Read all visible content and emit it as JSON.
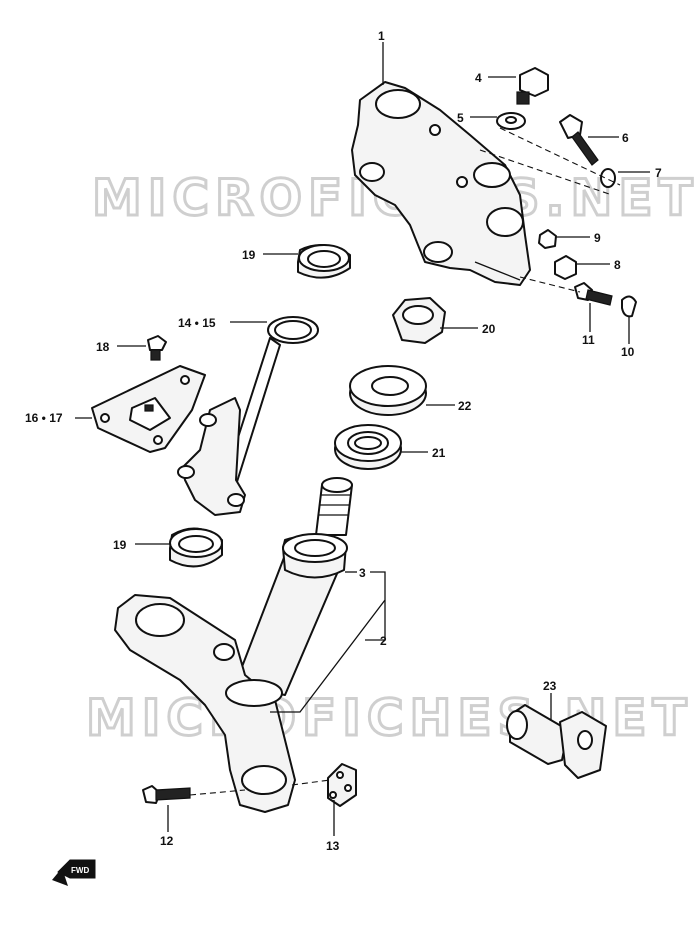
{
  "watermarks": [
    "MICROFICHES.NET",
    "MICROFICHES.NET"
  ],
  "callouts": {
    "c1": "1",
    "c2": "2",
    "c3": "3",
    "c4": "4",
    "c5": "5",
    "c6": "6",
    "c7": "7",
    "c8": "8",
    "c9": "9",
    "c10": "10",
    "c11": "11",
    "c12": "12",
    "c13": "13",
    "c14_15": "14 • 15",
    "c16_17": "16 • 17",
    "c18": "18",
    "c19a": "19",
    "c19b": "19",
    "c20": "20",
    "c21": "21",
    "c22": "22",
    "c23": "23"
  },
  "fwd_label": "FWD"
}
